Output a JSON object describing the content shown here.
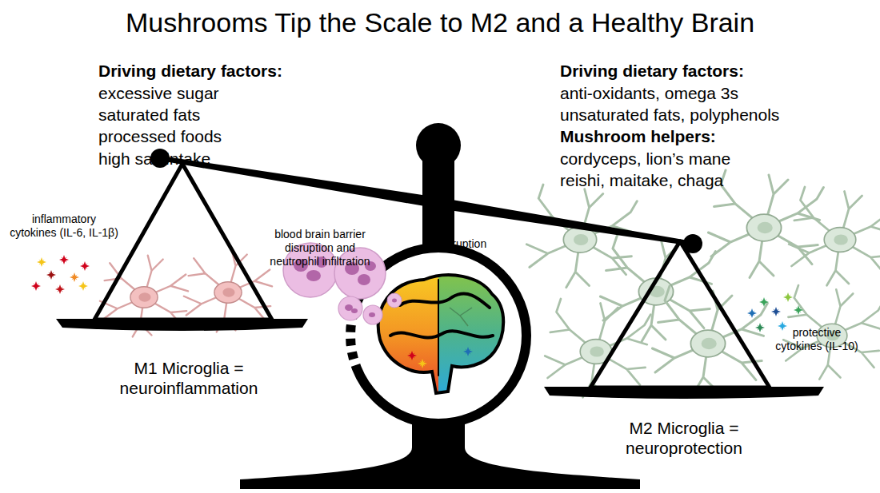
{
  "diagram": {
    "title": "Mushrooms Tip the Scale to M2 and a Healthy Brain",
    "labels": [
      "Driving dietary factors:",
      "excessive sugar",
      "saturated fats",
      "processed foods",
      "high salt intake",
      "inflammatory cytokines (IL-6, IL-1β)",
      "blood brain barrier disruption and neutrophil infiltration",
      "no disruption",
      "Driving dietary factors:",
      "anti-oxidants, omega 3s",
      "unsaturated fats, polyphenols",
      "Mushroom helpers:",
      "cordyceps, lion’s mane",
      "reishi, maitake, chaga",
      "protective cytokines (IL-10)",
      "M1 Microglia = neuroinflammation",
      "M2 Microglia = neuroprotection"
    ]
  }
}
